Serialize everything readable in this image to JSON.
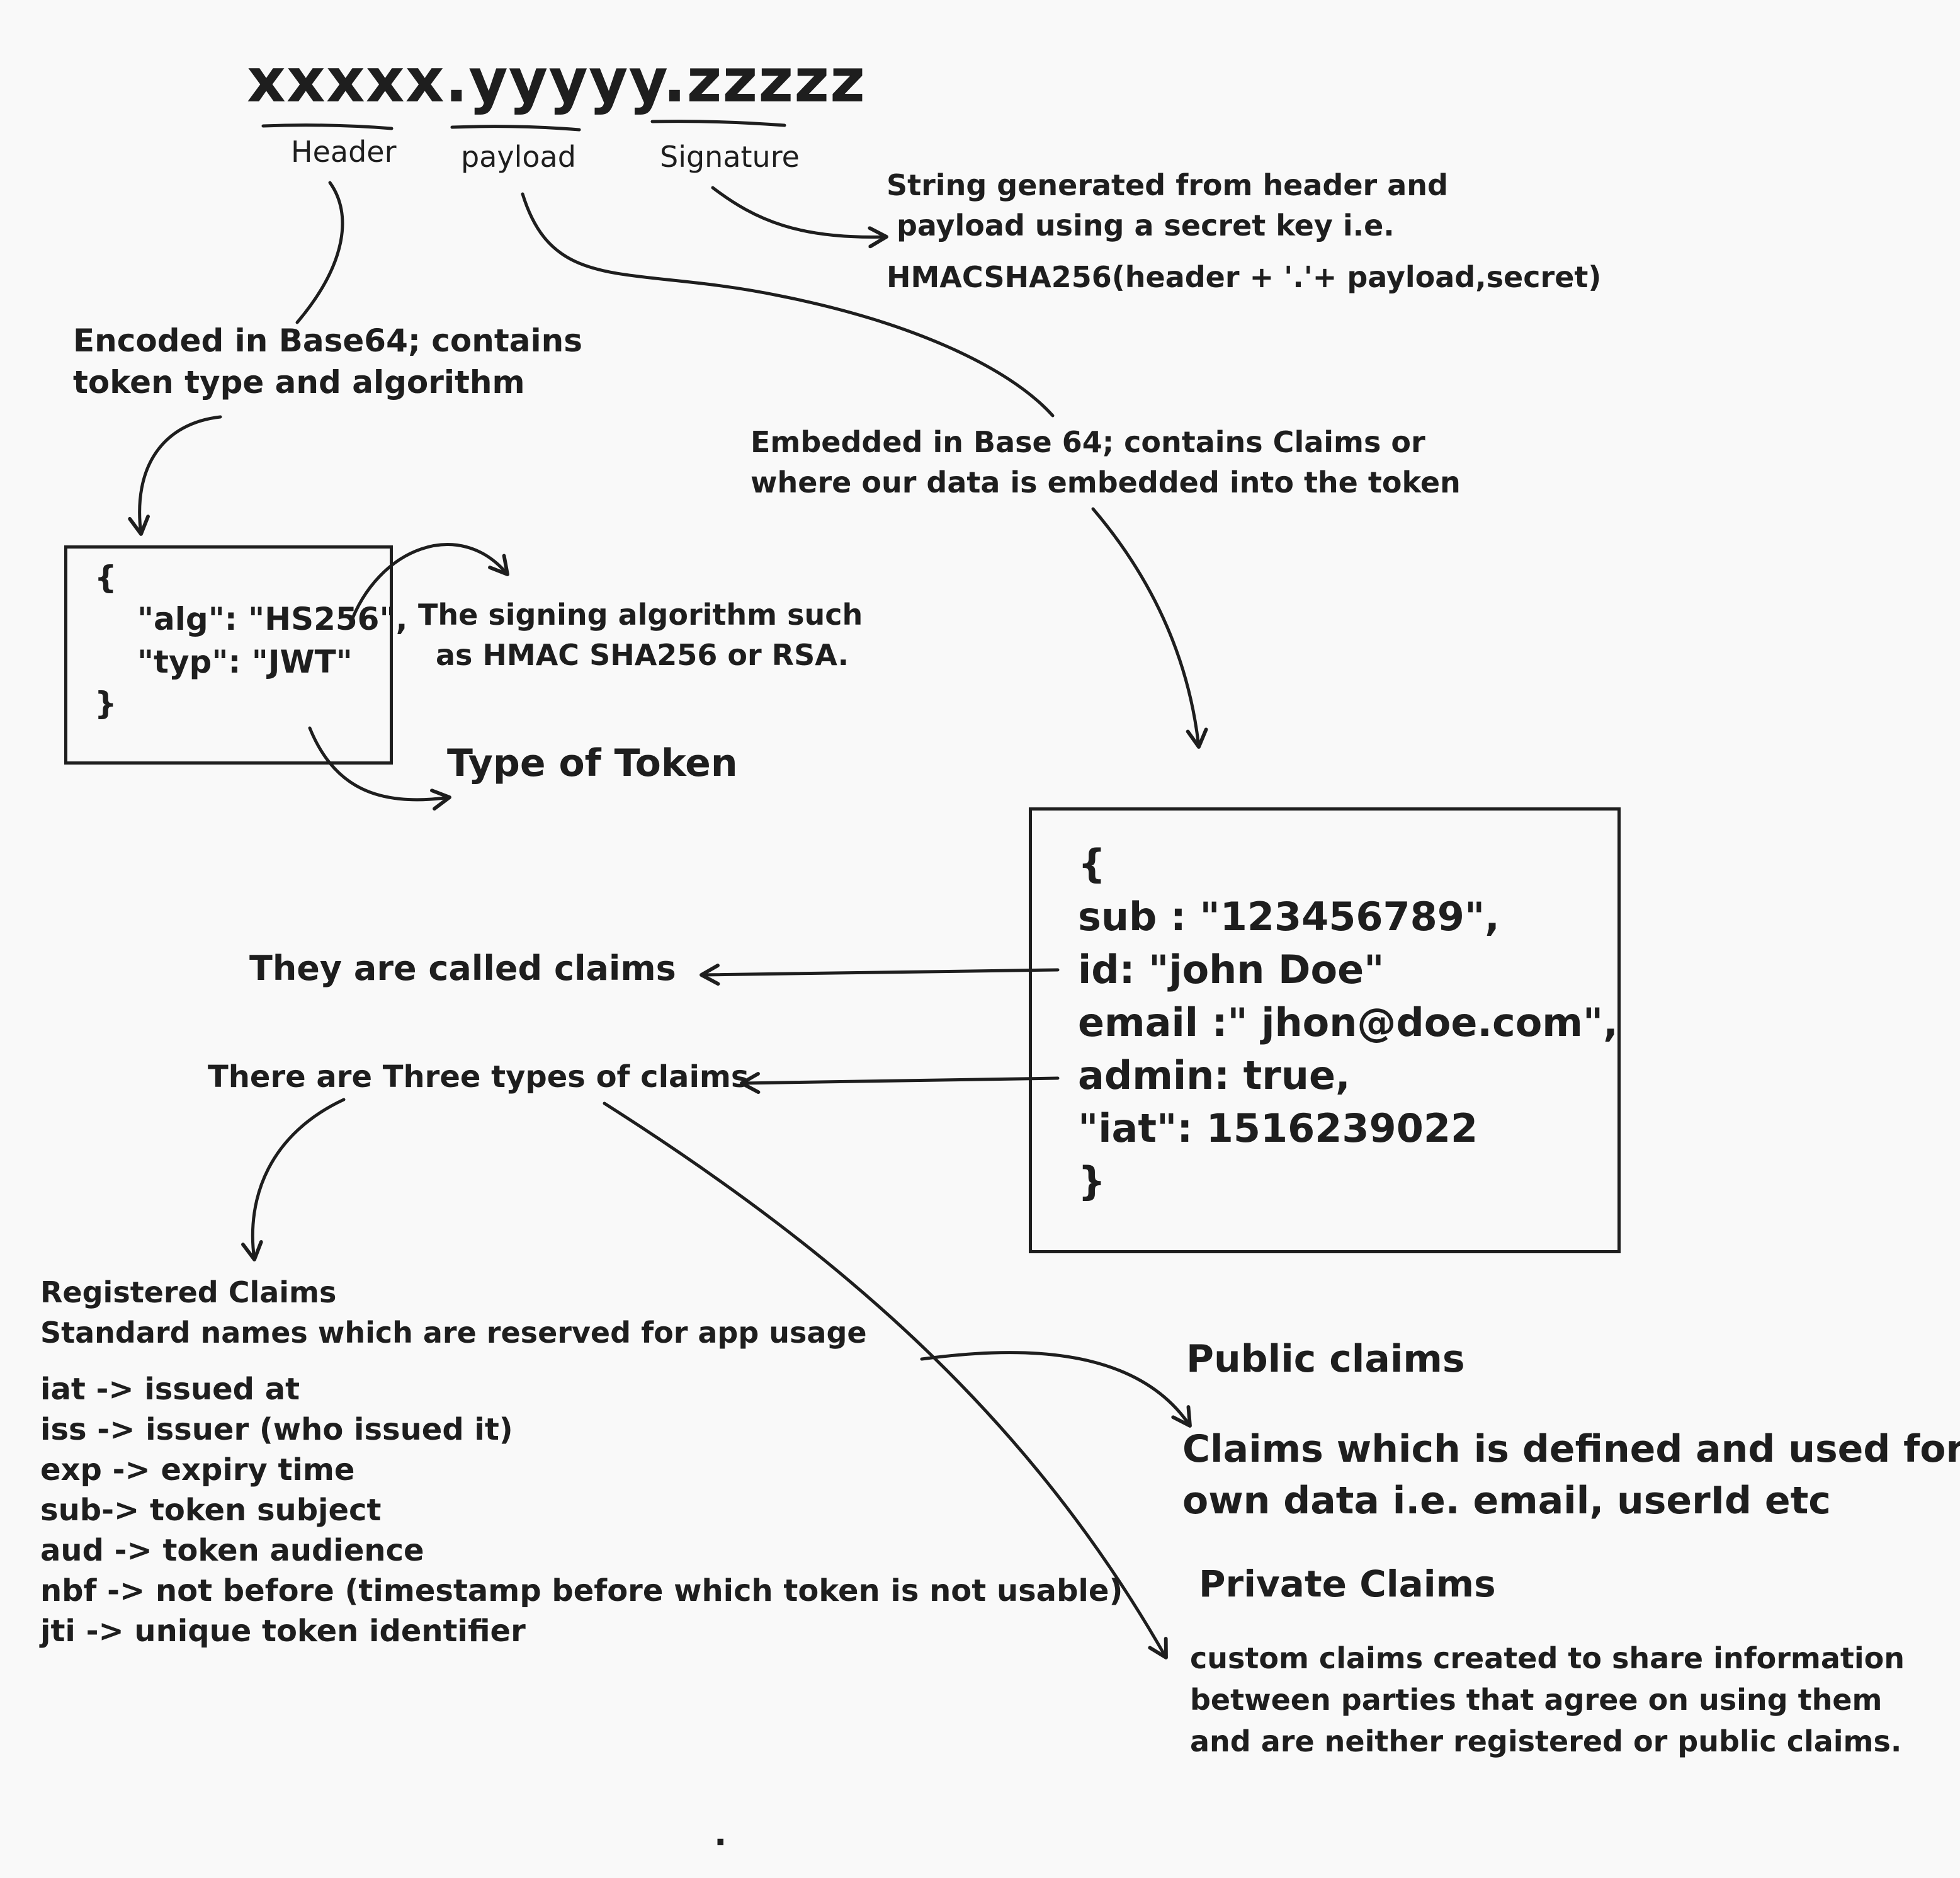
{
  "token": {
    "format": "xxxxx.yyyyy.zzzzz",
    "part_labels": [
      "Header",
      "payload",
      "Signature"
    ]
  },
  "signature_note": {
    "lines": [
      "String generated from header and",
      "payload using a secret key i.e.",
      "HMACSHA256(header + '.'+ payload,secret)"
    ]
  },
  "header_note": {
    "lines": [
      "Encoded in Base64; contains",
      "token type and algorithm"
    ]
  },
  "payload_note": {
    "lines": [
      "Embedded in Base 64; contains Claims or",
      "where our data is embedded into the token"
    ]
  },
  "header_json": {
    "lines": [
      "{",
      "\"alg\": \"HS256\",",
      "\"typ\": \"JWT\"",
      "}"
    ]
  },
  "alg_note": {
    "lines": [
      "The signing algorithm such",
      "as HMAC SHA256 or RSA."
    ]
  },
  "typ_note": "Type of Token",
  "payload_json": {
    "lines": [
      "{",
      "sub : \"123456789\",",
      "id: \"john Doe\"",
      "email :\" jhon@doe.com\",",
      "admin: true,",
      "\"iat\": 1516239022",
      "}"
    ]
  },
  "claims_note": "They are called claims",
  "claim_types_note": "There are Three types of claims",
  "registered": {
    "title": "Registered Claims",
    "description": "Standard names which are reserved for app usage",
    "items": [
      "iat -> issued at",
      "iss -> issuer (who issued it)",
      "exp -> expiry time",
      "sub-> token subject",
      "aud -> token audience",
      "nbf -> not before (timestamp before which token is not usable)",
      "jti -> unique token identifier"
    ]
  },
  "public_claims": {
    "title": "Public claims",
    "lines": [
      "Claims which is defined and used for",
      "own data i.e. email, userId etc"
    ]
  },
  "private_claims": {
    "title": "Private Claims",
    "lines": [
      "custom claims created to share information",
      "between parties that agree on using them",
      "and are neither registered or public claims."
    ]
  },
  "stray_mark": ".",
  "colors": {
    "ink": "#1e1e1e",
    "background": "#f9f9f9"
  }
}
